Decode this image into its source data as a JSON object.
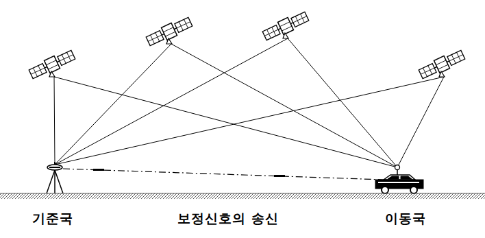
{
  "diagram": {
    "labels": [
      "기준국",
      "보정신호의 송신",
      "이동국"
    ]
  }
}
